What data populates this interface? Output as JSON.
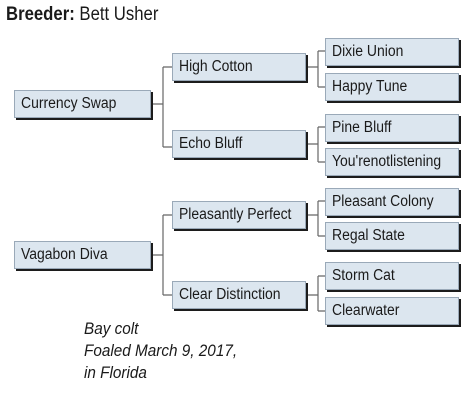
{
  "header": {
    "label": "Breeder:",
    "name": "Bett Usher"
  },
  "pedigree": {
    "sire": "Currency Swap",
    "dam": "Vagabon Diva",
    "sire_sire": "High Cotton",
    "sire_dam": "Echo Bluff",
    "dam_sire": "Pleasantly Perfect",
    "dam_dam": "Clear Distinction",
    "sire_sire_sire": "Dixie Union",
    "sire_sire_dam": "Happy Tune",
    "sire_dam_sire": "Pine Bluff",
    "sire_dam_dam": "You'renotlistening",
    "dam_sire_sire": "Pleasant Colony",
    "dam_sire_dam": "Regal State",
    "dam_dam_sire": "Storm Cat",
    "dam_dam_dam": "Clearwater"
  },
  "foal": {
    "line1": "Bay colt",
    "line2": "Foaled March 9, 2017,",
    "line3": "in Florida"
  },
  "colors": {
    "box_fill": "#dce6ef",
    "box_shadow": "#1c1c1c",
    "line": "#666666"
  }
}
